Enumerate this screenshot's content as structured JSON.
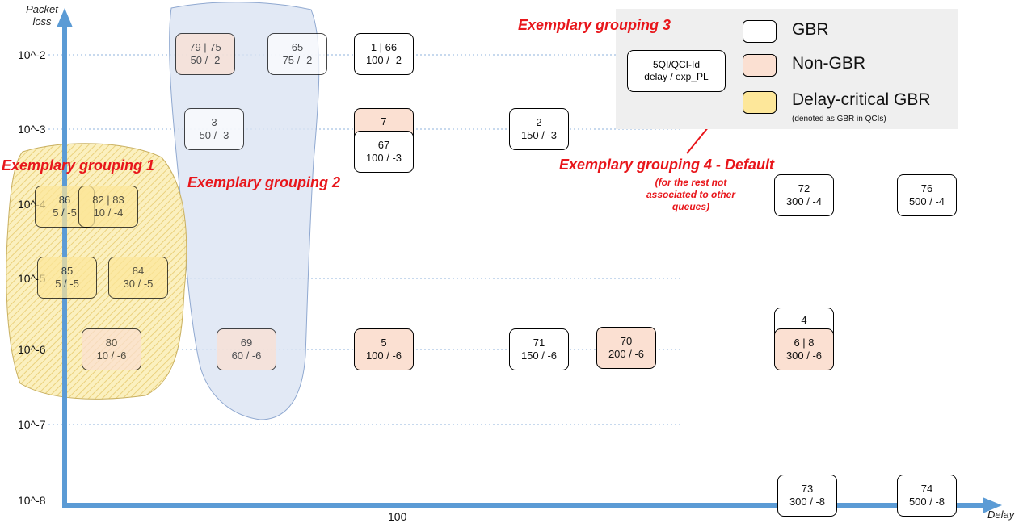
{
  "axes": {
    "y_title_line1": "Packet",
    "y_title_line2": "loss",
    "x_title": "Delay",
    "x_tick": "100",
    "y_ticks": [
      "10^-2",
      "10^-3",
      "10^-4",
      "10^-5",
      "10^-6",
      "10^-7",
      "10^-8"
    ]
  },
  "groupings": {
    "g1": "Exemplary grouping 1",
    "g2": "Exemplary grouping 2",
    "g3": "Exemplary grouping 3",
    "g4": "Exemplary grouping 4 - Default",
    "g4_note_line1": "(for the rest not",
    "g4_note_line2": "associated to other",
    "g4_note_line3": "queues)"
  },
  "legend": {
    "key_line1": "5QI/QCI-Id",
    "key_line2": "delay / exp_PL",
    "gbr": "GBR",
    "non_gbr": "Non-GBR",
    "dc_gbr": "Delay-critical GBR",
    "dc_note": "(denoted as GBR in QCIs)"
  },
  "colors": {
    "gbr": "#ffffff",
    "non_gbr": "#fbe0d2",
    "dc_gbr": "#fde79a",
    "axis": "#5b9bd5",
    "annotation": "#e8161b"
  },
  "boxes": [
    {
      "id": "79 | 75",
      "val": "50 / -2",
      "type": "non_gbr"
    },
    {
      "id": "65",
      "val": "75 / -2",
      "type": "gbr"
    },
    {
      "id": "1 | 66",
      "val": "100 / -2",
      "type": "gbr"
    },
    {
      "id": "3",
      "val": "50 / -3",
      "type": "gbr"
    },
    {
      "id": "7",
      "val": "",
      "type": "non_gbr"
    },
    {
      "id": "67",
      "val": "100 / -3",
      "type": "gbr"
    },
    {
      "id": "2",
      "val": "150 / -3",
      "type": "gbr"
    },
    {
      "id": "86",
      "val": "5 / -5",
      "type": "dc_gbr"
    },
    {
      "id": "82 | 83",
      "val": "10 / -4",
      "type": "dc_gbr"
    },
    {
      "id": "72",
      "val": "300 / -4",
      "type": "gbr"
    },
    {
      "id": "76",
      "val": "500 / -4",
      "type": "gbr"
    },
    {
      "id": "85",
      "val": "5 / -5",
      "type": "dc_gbr"
    },
    {
      "id": "84",
      "val": "30 / -5",
      "type": "dc_gbr"
    },
    {
      "id": "80",
      "val": "10 / -6",
      "type": "non_gbr"
    },
    {
      "id": "69",
      "val": "60 / -6",
      "type": "non_gbr"
    },
    {
      "id": "5",
      "val": "100 / -6",
      "type": "non_gbr"
    },
    {
      "id": "71",
      "val": "150 / -6",
      "type": "gbr"
    },
    {
      "id": "70",
      "val": "200 / -6",
      "type": "non_gbr"
    },
    {
      "id": "4",
      "val": "",
      "type": "gbr"
    },
    {
      "id": "6 | 8",
      "val": "300 / -6",
      "type": "non_gbr"
    },
    {
      "id": "73",
      "val": "300 / -8",
      "type": "gbr"
    },
    {
      "id": "74",
      "val": "500 / -8",
      "type": "gbr"
    }
  ]
}
